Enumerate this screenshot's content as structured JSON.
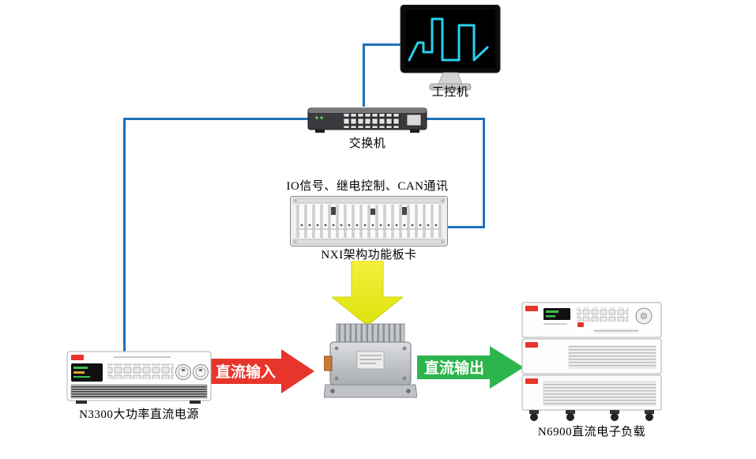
{
  "colors": {
    "connector": "#2071b8",
    "arrow_red": "#e8352c",
    "arrow_green": "#2db54d",
    "arrow_yellow": "#ece61c"
  },
  "nodes": {
    "industrial_pc": {
      "label": "工控机"
    },
    "ethernet_switch": {
      "label": "交换机"
    },
    "nxi_rack": {
      "label": "NXI架构功能板卡",
      "note": "IO信号、继电控制、CAN通讯"
    },
    "dc_power_supply": {
      "label": "N3300大功率直流电源"
    },
    "electronic_load": {
      "label": "N6900直流电子负载"
    }
  },
  "flows": {
    "dc_input": {
      "label": "直流输入"
    },
    "dc_output": {
      "label": "直流输出"
    }
  }
}
